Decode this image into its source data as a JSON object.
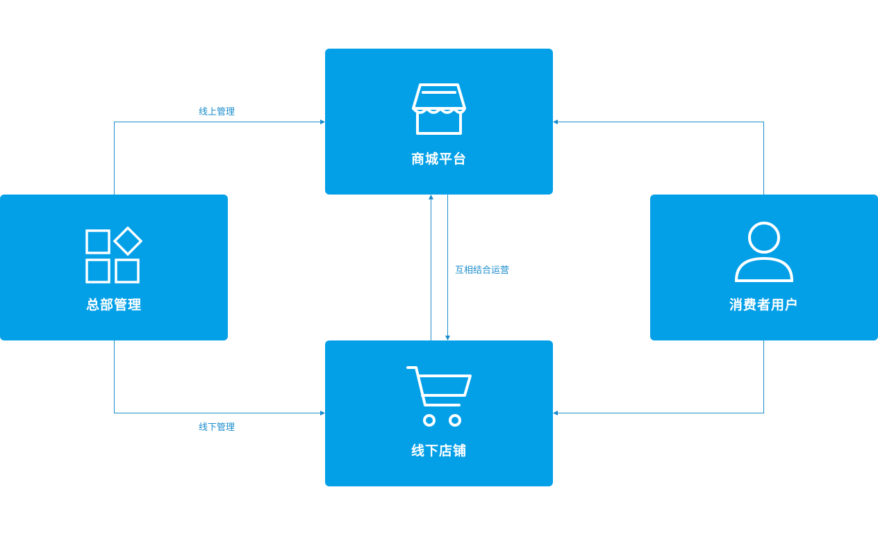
{
  "nodes": {
    "mall": {
      "label": "商城平台",
      "icon": "storefront-icon"
    },
    "hq": {
      "label": "总部管理",
      "icon": "app-grid-icon"
    },
    "user": {
      "label": "消费者用户",
      "icon": "user-icon"
    },
    "store": {
      "label": "线下店铺",
      "icon": "shopping-cart-icon"
    }
  },
  "edges": {
    "online_mgmt": "线上管理",
    "offline_mgmt": "线下管理",
    "mutual_ops": "互相结合运营"
  },
  "colors": {
    "node_fill": "#03a0e8",
    "line": "#1a8ccc",
    "text_on_node": "#ffffff"
  }
}
